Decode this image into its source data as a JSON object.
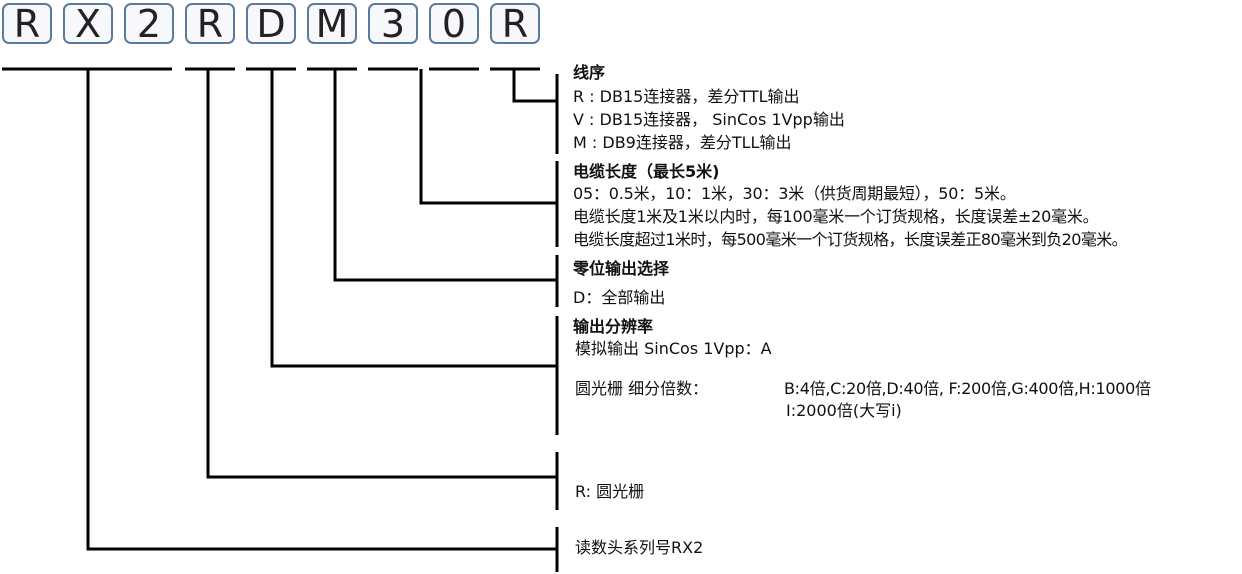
{
  "code_chars": [
    "R",
    "X",
    "2",
    "R",
    "D",
    "M",
    "3",
    "0",
    "R"
  ],
  "sections": {
    "wire": {
      "title": "线序",
      "lines": [
        "R : DB15连接器，差分TTL输出",
        "V : DB15连接器， SinCos 1Vpp输出",
        "M : DB9连接器，差分TLL输出"
      ]
    },
    "cable": {
      "title": "电缆长度（最长5米)",
      "lines": [
        "05：0.5米，10：1米，30：3米（供货周期最短），50：5米。",
        "电缆长度1米及1米以内时，每100毫米一个订货规格，长度误差±20毫米。",
        "电缆长度超过1米时，每500毫米一个订货规格，长度误差正80毫米到负20毫米。"
      ]
    },
    "zero": {
      "title": "零位输出选择",
      "lines": [
        "D：全部输出"
      ]
    },
    "resolution": {
      "title": "输出分辨率",
      "analog": "模拟输出 SinCos 1Vpp：A",
      "grating_label": "圆光栅 细分倍数：",
      "grating_values_1": "B:4倍,C:20倍,D:40倍, F:200倍,G:400倍,H:1000倍",
      "grating_values_2": "I:2000倍(大写i)"
    },
    "type": {
      "text": "R:  圆光栅"
    },
    "series": {
      "text": "读数头系列号RX2"
    }
  }
}
